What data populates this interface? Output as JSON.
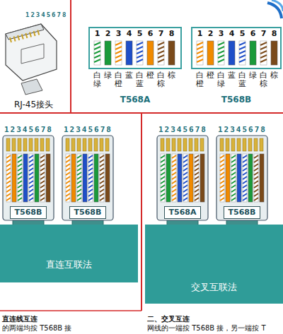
{
  "diagram": {
    "nodes": [
      {
        "text": [
          "T568A"
        ]
      },
      {
        "text": [
          "T568B"
        ]
      },
      {
        "text": [
          "直连互联法"
        ]
      },
      {
        "text": [
          "T568B"
        ]
      },
      {
        "text": [
          "T568B"
        ]
      },
      {
        "text": [
          "交叉互联法"
        ]
      },
      {
        "text": [
          "T568A"
        ]
      },
      {
        "text": [
          "T568B"
        ]
      }
    ],
    "labels": [
      "12345678",
      "RJ-45接头",
      "1",
      "2",
      "3",
      "4",
      "5",
      "6",
      "7",
      "8",
      "白绿",
      "绿",
      "白橙",
      "蓝",
      "白蓝",
      "橙",
      "白棕",
      "棕",
      "1",
      "2",
      "3",
      "4",
      "5",
      "6",
      "7",
      "8",
      "白橙",
      "橙",
      "白绿",
      "蓝",
      "白蓝",
      "绿",
      "白棕",
      "棕",
      "12345678",
      "12345678",
      "12345678",
      "12345678",
      "直连线互连",
      "的两端均按 T568B 接",
      "二、交叉互连",
      "网线的一端按 T568B 接，另一端按 T"
    ]
  }
}
